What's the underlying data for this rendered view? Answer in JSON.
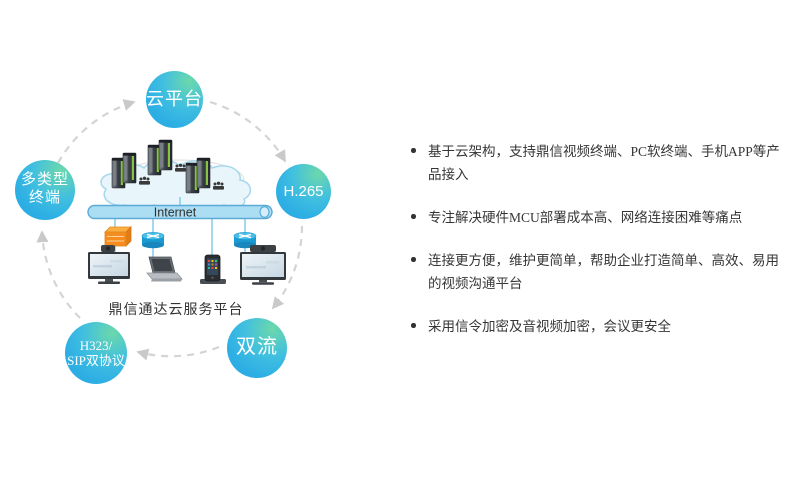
{
  "diagram": {
    "nodes": [
      {
        "id": "cloud-platform",
        "label": "云平台"
      },
      {
        "id": "multi-terminal",
        "label": "多类型\n终端"
      },
      {
        "id": "h265",
        "label": "H.265"
      },
      {
        "id": "h323-sip",
        "label": "H323/\nSIP双协议"
      },
      {
        "id": "dual-stream",
        "label": "双流"
      }
    ],
    "internet_label": "Internet",
    "caption": "鼎信通达云服务平台"
  },
  "features": {
    "items": [
      "基于云架构，支持鼎信视频终端、PC软终端、手机APP等产品接入",
      "专注解决硬件MCU部署成本高、网络连接困难等痛点",
      "连接更方便，维护更简单，帮助企业打造简单、高效、易用\n的视频沟通平台",
      "采用信令加密及音视频加密，会议更安全"
    ]
  },
  "colors": {
    "node_blue": "#2dafe4",
    "node_teal": "#6cd8ab",
    "bar_fill": "#abddf3",
    "bar_stroke": "#5aacd6",
    "connector_blue": "#8ccfeb",
    "arc_gray": "#d4d4d4",
    "firewall_orange": "#f68b1f",
    "text_dark": "#333333"
  }
}
